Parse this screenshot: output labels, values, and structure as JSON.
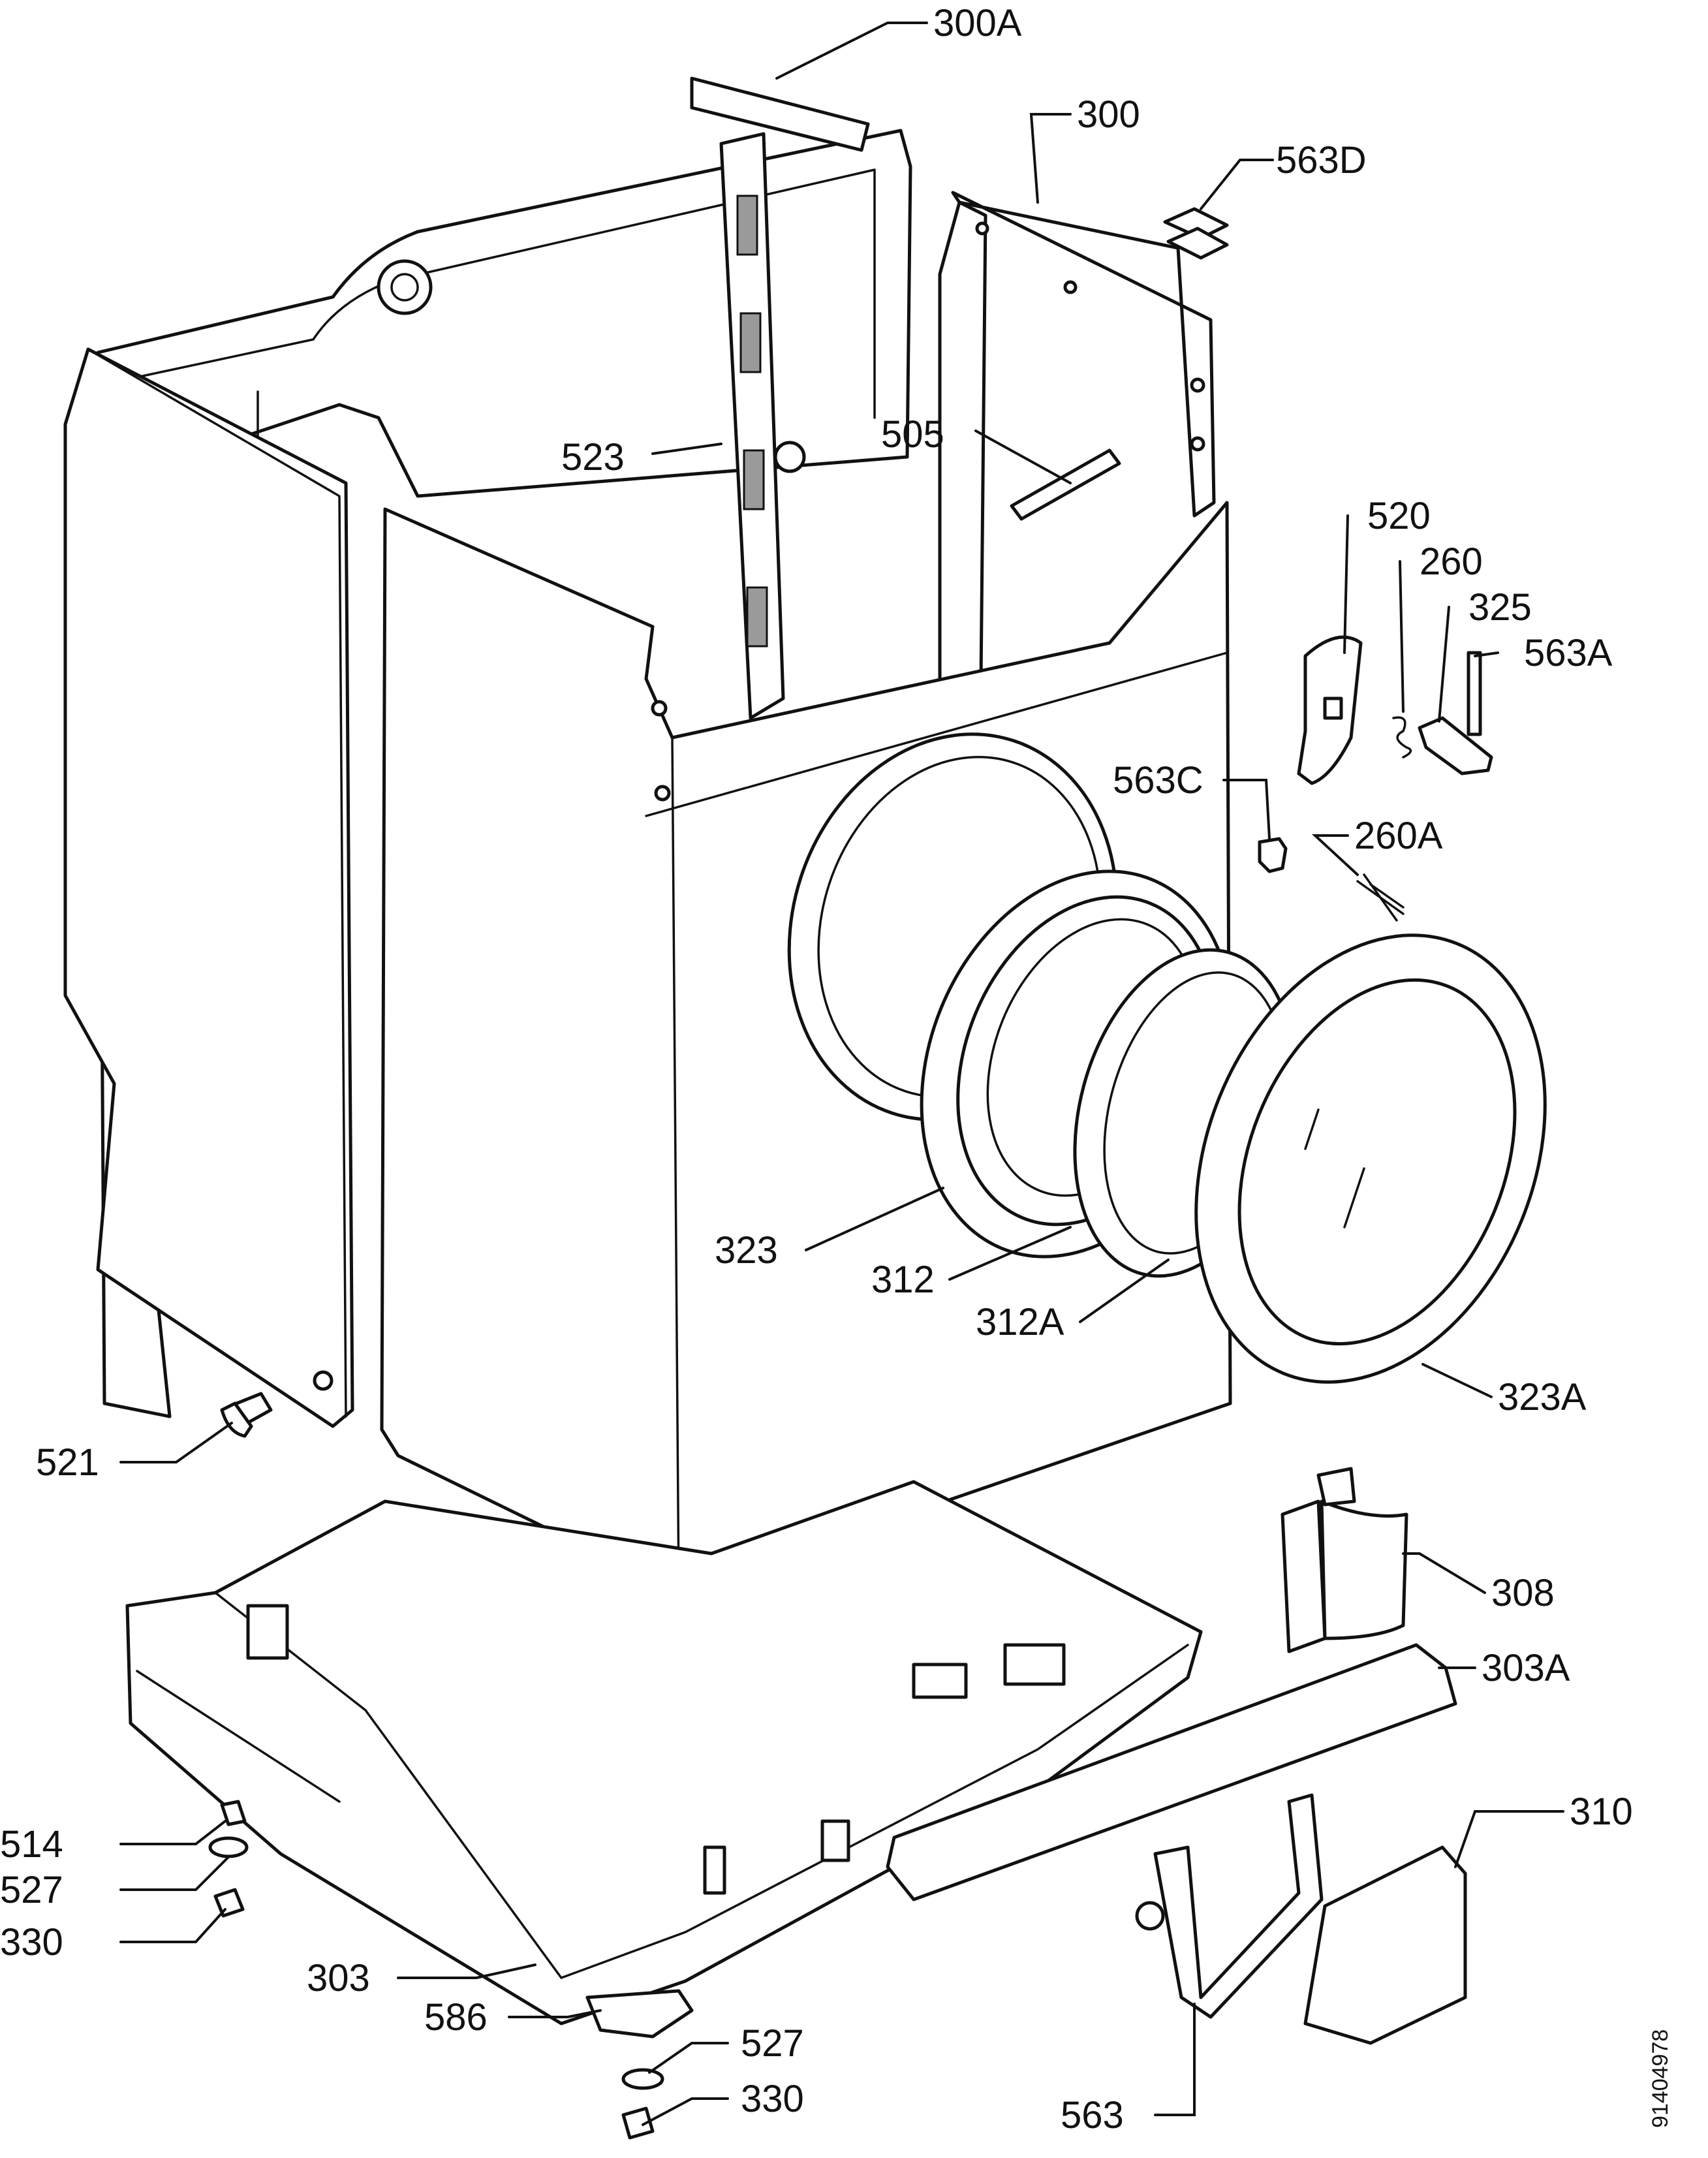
{
  "labels": {
    "p300a": "300A",
    "p300": "300",
    "p563d": "563D",
    "p523": "523",
    "p505": "505",
    "p520": "520",
    "p260": "260",
    "p325": "325",
    "p563a": "563A",
    "p563c": "563C",
    "p260a": "260A",
    "p323": "323",
    "p312": "312",
    "p312a": "312A",
    "p323a": "323A",
    "p521": "521",
    "p308": "308",
    "p303a": "303A",
    "p310": "310",
    "p514": "514",
    "p527_left": "527",
    "p330_left": "330",
    "p303": "303",
    "p586": "586",
    "p527_bottom": "527",
    "p330_bottom": "330",
    "p563": "563"
  },
  "document_number": "91404978",
  "colors": {
    "line": "#111111",
    "background": "#ffffff",
    "shade": "#9a9a9a"
  }
}
